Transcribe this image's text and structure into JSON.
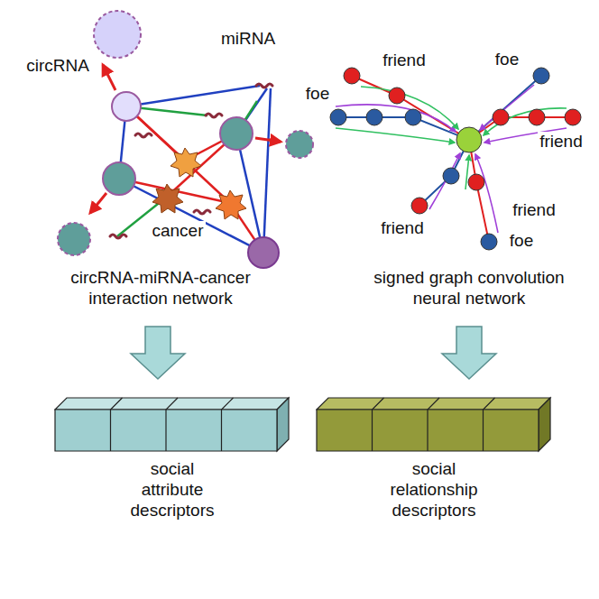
{
  "diagram": {
    "nodes": [
      {
        "text": [
          "social attribute descriptors"
        ]
      },
      {
        "text": [
          "social relationship descriptors"
        ]
      }
    ],
    "labels": [
      "circRNA",
      "miRNA",
      "friend",
      "foe",
      "foe",
      "friend",
      "cancer",
      "friend",
      "friend",
      "foe",
      "circRNA-miRNA-cancer interaction network",
      "signed graph convolution neural network"
    ]
  }
}
